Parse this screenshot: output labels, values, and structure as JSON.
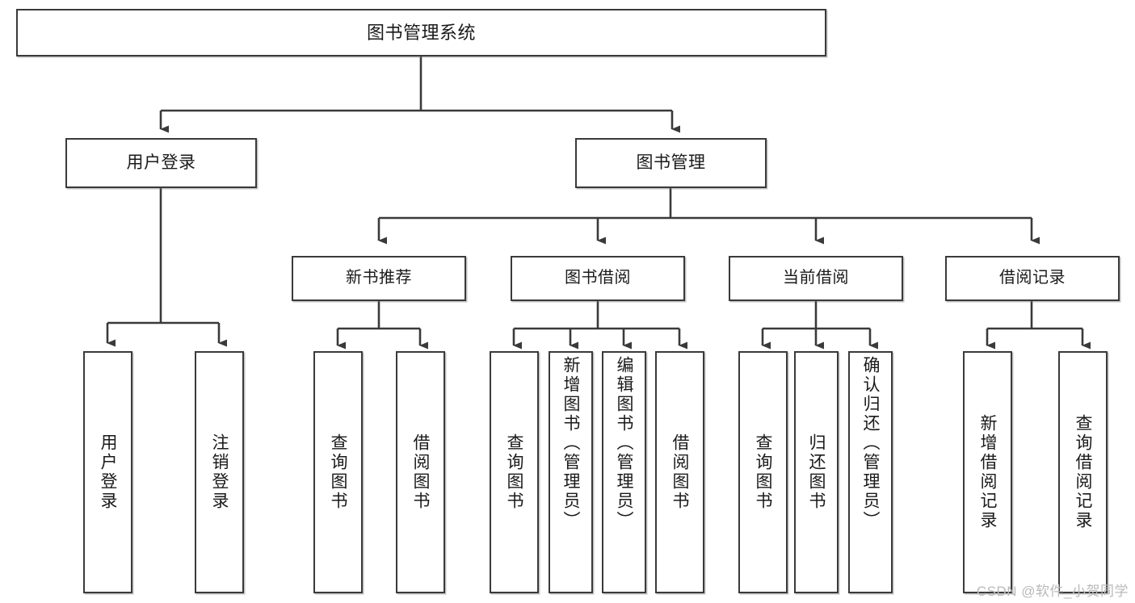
{
  "diagram": {
    "title": "图书管理系统",
    "watermark": "CSDN @软件_小贺同学",
    "colors": {
      "stroke": "#3a3a3a",
      "background": "#ffffff",
      "text": "#1a1a1a",
      "watermark": "#b9b9b9"
    },
    "root": {
      "label": "图书管理系统"
    },
    "level2": [
      {
        "label": "用户登录"
      },
      {
        "label": "图书管理"
      }
    ],
    "level3": [
      {
        "label": "新书推荐"
      },
      {
        "label": "图书借阅"
      },
      {
        "label": "当前借阅"
      },
      {
        "label": "借阅记录"
      }
    ],
    "leaves": {
      "user_login": [
        {
          "label": "用户登录"
        },
        {
          "label": "注销登录"
        }
      ],
      "new_book_recommend": [
        {
          "label": "查询图书"
        },
        {
          "label": "借阅图书"
        }
      ],
      "book_borrow": [
        {
          "label": "查询图书"
        },
        {
          "label": "新增图书（管理员）"
        },
        {
          "label": "编辑图书（管理员）"
        },
        {
          "label": "借阅图书"
        }
      ],
      "current_borrow": [
        {
          "label": "查询图书"
        },
        {
          "label": "归还图书"
        },
        {
          "label": "确认归还（管理员）"
        }
      ],
      "borrow_record": [
        {
          "label": "新增借阅记录"
        },
        {
          "label": "查询借阅记录"
        }
      ]
    }
  },
  "chart_data": {
    "type": "diagram",
    "title": "图书管理系统",
    "layout": "top-down tree / hierarchy chart",
    "levels": 4,
    "nodes": [
      {
        "id": "root",
        "label": "图书管理系统",
        "level": 0,
        "parent": null
      },
      {
        "id": "n1",
        "label": "用户登录",
        "level": 1,
        "parent": "root"
      },
      {
        "id": "n2",
        "label": "图书管理",
        "level": 1,
        "parent": "root"
      },
      {
        "id": "n1a",
        "label": "用户登录",
        "level": 2,
        "parent": "n1"
      },
      {
        "id": "n1b",
        "label": "注销登录",
        "level": 2,
        "parent": "n1"
      },
      {
        "id": "n2a",
        "label": "新书推荐",
        "level": 2,
        "parent": "n2"
      },
      {
        "id": "n2b",
        "label": "图书借阅",
        "level": 2,
        "parent": "n2"
      },
      {
        "id": "n2c",
        "label": "当前借阅",
        "level": 2,
        "parent": "n2"
      },
      {
        "id": "n2d",
        "label": "借阅记录",
        "level": 2,
        "parent": "n2"
      },
      {
        "id": "n2a1",
        "label": "查询图书",
        "level": 3,
        "parent": "n2a"
      },
      {
        "id": "n2a2",
        "label": "借阅图书",
        "level": 3,
        "parent": "n2a"
      },
      {
        "id": "n2b1",
        "label": "查询图书",
        "level": 3,
        "parent": "n2b"
      },
      {
        "id": "n2b2",
        "label": "新增图书（管理员）",
        "level": 3,
        "parent": "n2b"
      },
      {
        "id": "n2b3",
        "label": "编辑图书（管理员）",
        "level": 3,
        "parent": "n2b"
      },
      {
        "id": "n2b4",
        "label": "借阅图书",
        "level": 3,
        "parent": "n2b"
      },
      {
        "id": "n2c1",
        "label": "查询图书",
        "level": 3,
        "parent": "n2c"
      },
      {
        "id": "n2c2",
        "label": "归还图书",
        "level": 3,
        "parent": "n2c"
      },
      {
        "id": "n2c3",
        "label": "确认归还（管理员）",
        "level": 3,
        "parent": "n2c"
      },
      {
        "id": "n2d1",
        "label": "新增借阅记录",
        "level": 3,
        "parent": "n2d"
      },
      {
        "id": "n2d2",
        "label": "查询借阅记录",
        "level": 3,
        "parent": "n2d"
      }
    ],
    "edges": [
      [
        "root",
        "n1"
      ],
      [
        "root",
        "n2"
      ],
      [
        "n1",
        "n1a"
      ],
      [
        "n1",
        "n1b"
      ],
      [
        "n2",
        "n2a"
      ],
      [
        "n2",
        "n2b"
      ],
      [
        "n2",
        "n2c"
      ],
      [
        "n2",
        "n2d"
      ],
      [
        "n2a",
        "n2a1"
      ],
      [
        "n2a",
        "n2a2"
      ],
      [
        "n2b",
        "n2b1"
      ],
      [
        "n2b",
        "n2b2"
      ],
      [
        "n2b",
        "n2b3"
      ],
      [
        "n2b",
        "n2b4"
      ],
      [
        "n2c",
        "n2c1"
      ],
      [
        "n2c",
        "n2c2"
      ],
      [
        "n2c",
        "n2c3"
      ],
      [
        "n2d",
        "n2d1"
      ],
      [
        "n2d",
        "n2d2"
      ]
    ]
  }
}
